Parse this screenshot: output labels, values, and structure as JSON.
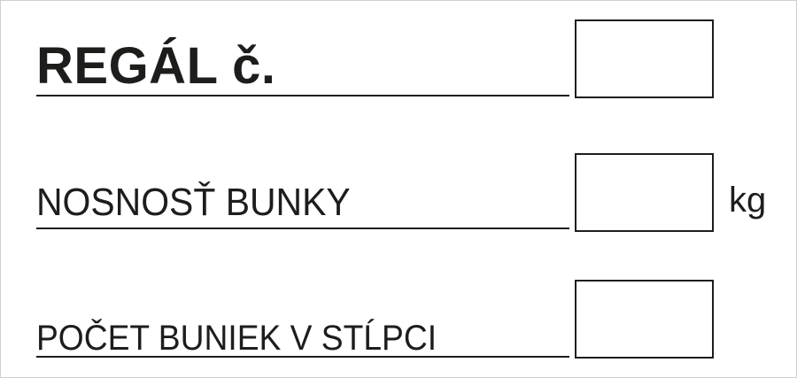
{
  "sign": {
    "title": "REGÁL č.",
    "capacity_label": "NOSNOSŤ BUNKY",
    "capacity_unit": "kg",
    "count_label": "POČET BUNIEK V STĹPCI"
  },
  "colors": {
    "ink": "#1d1d1b",
    "background": "#ffffff",
    "frame": "#cfcfcf"
  }
}
